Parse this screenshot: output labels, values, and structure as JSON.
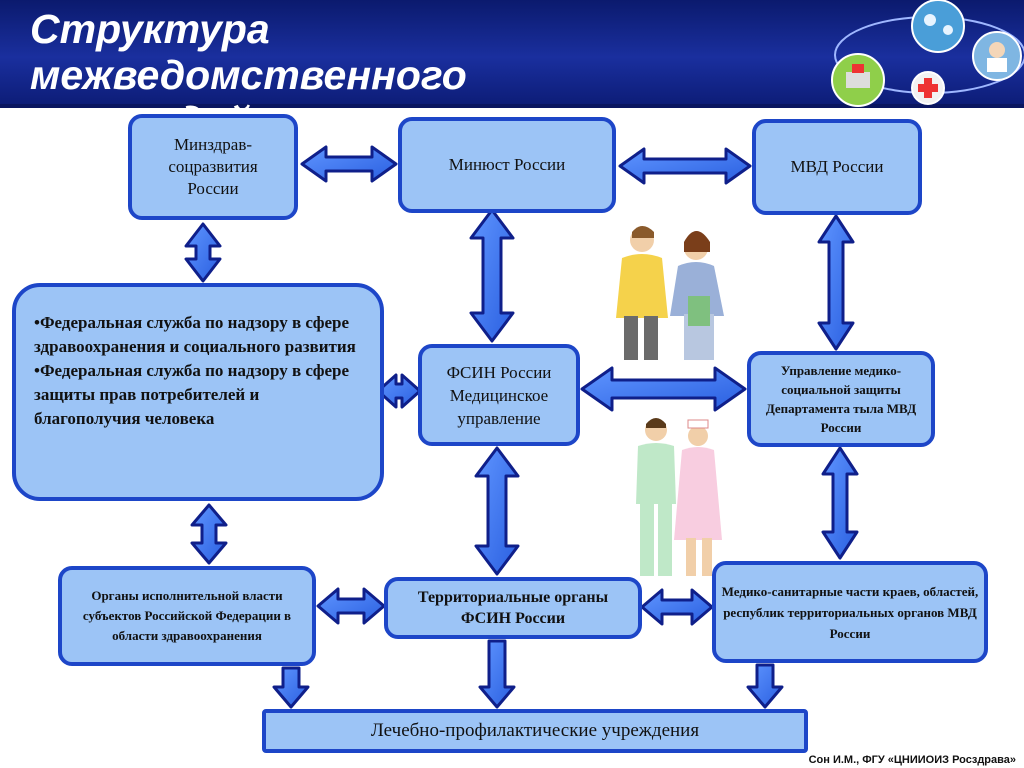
{
  "title": "Структура межведомственного взаимодействия",
  "nodes": {
    "minzdrav": "Минздрав-соцразвития России",
    "minjust": "Минюст России",
    "mvd": "МВД России",
    "fed_services": "•Федеральная служба по надзору в сфере здравоохранения и социального развития •Федеральная служба по надзору в сфере защиты прав потребителей и благополучия человека",
    "fsin": "ФСИН России Медицинское управление",
    "mvd_med": "Управление медико-социальной защиты Департамента тыла МВД России",
    "regional_organs": "Органы исполнительной власти субъектов Российской Федерации в области здравоохранения",
    "territorial_fsin": "Территориальные органы ФСИН России",
    "med_units": "Медико-санитарные части краев, областей, республик территориальных органов МВД России",
    "lpu": "Лечебно-профилактические учреждения"
  },
  "footer": "Сон И.М., ФГУ «ЦНИИОИЗ Росздрава»",
  "icons": [
    "globe-network-icon",
    "doctor-icon",
    "laptop-medical-icon",
    "medical-emblem-icon"
  ],
  "colors": {
    "box_fill": "#9cc4f6",
    "box_border": "#1d46c8",
    "arrow_fill": "#2f6fe0",
    "header": "#13238a"
  }
}
